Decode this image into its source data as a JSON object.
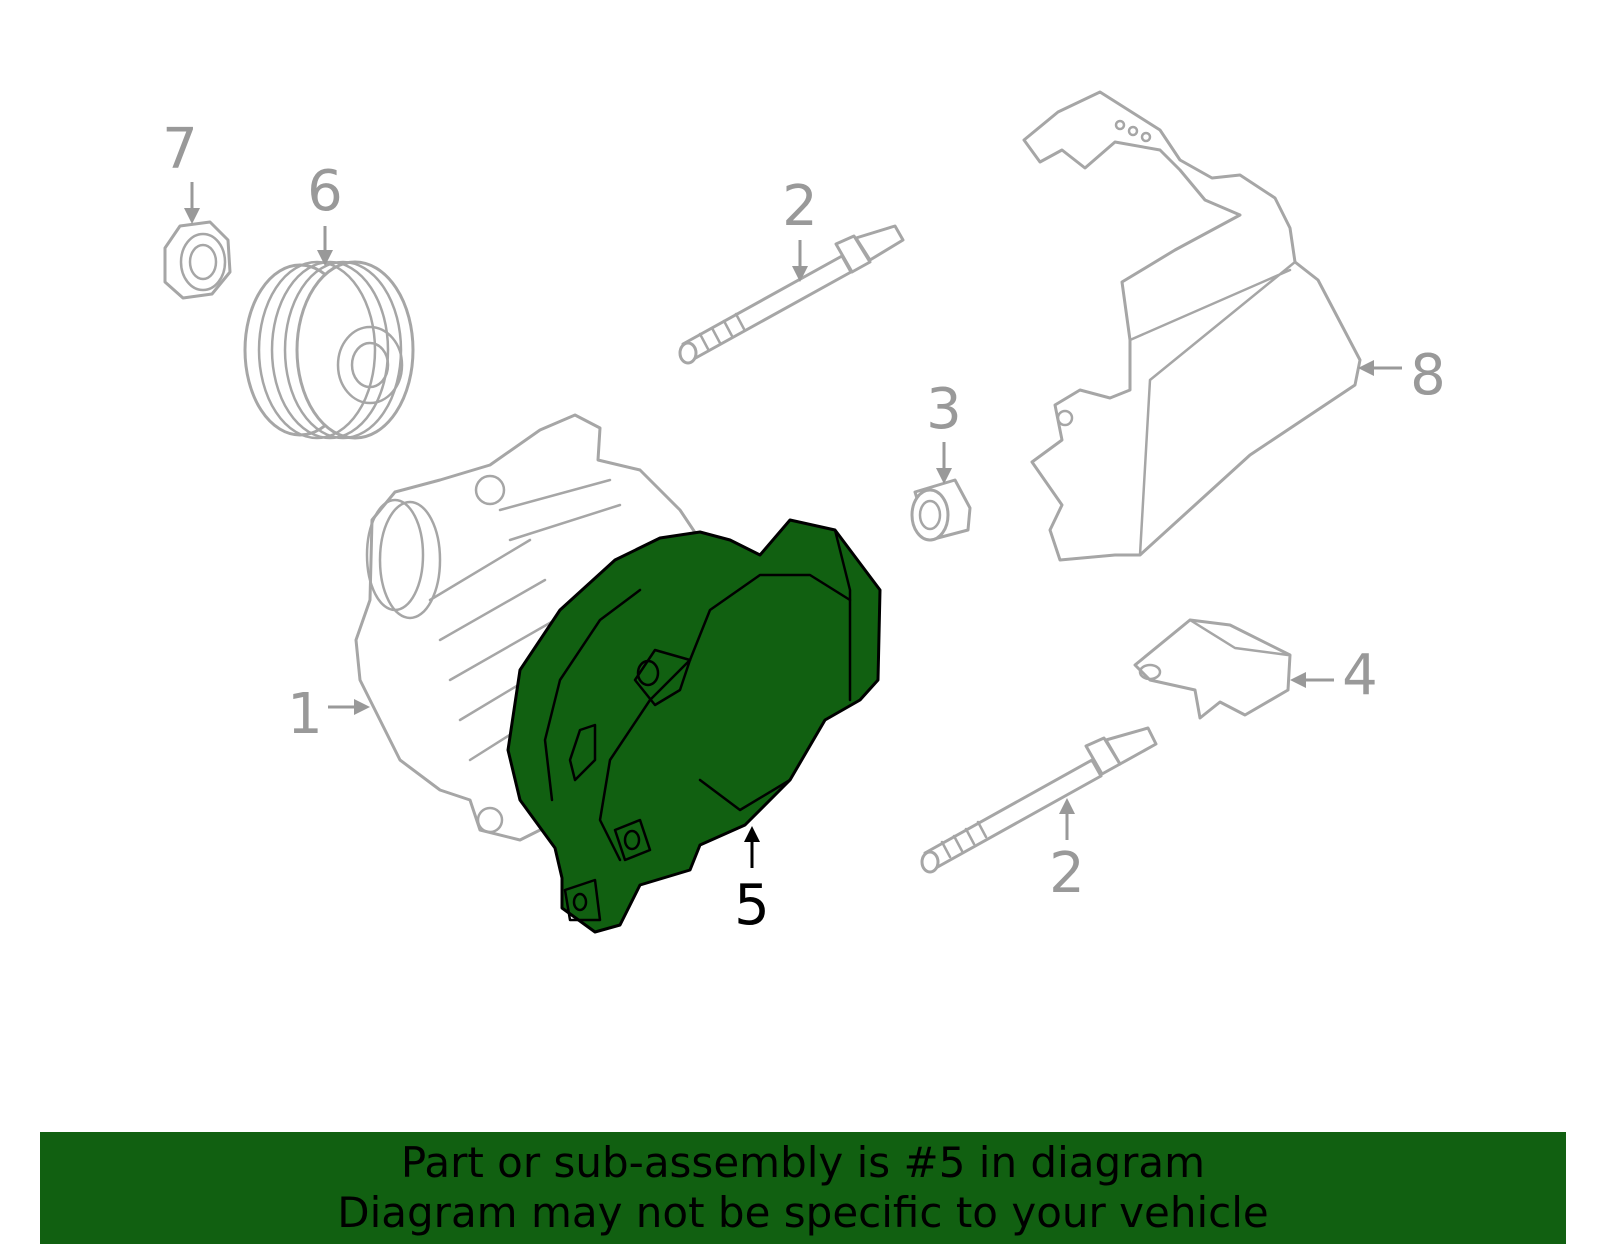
{
  "colors": {
    "highlight": "#116011",
    "outline": "#a6a6a6",
    "label": "#999999",
    "banner": "#116011"
  },
  "callouts": [
    {
      "id": "7",
      "label": "7"
    },
    {
      "id": "6",
      "label": "6"
    },
    {
      "id": "2a",
      "label": "2"
    },
    {
      "id": "3",
      "label": "3"
    },
    {
      "id": "8",
      "label": "8"
    },
    {
      "id": "1",
      "label": "1"
    },
    {
      "id": "4",
      "label": "4"
    },
    {
      "id": "5",
      "label": "5",
      "highlighted": true
    },
    {
      "id": "2b",
      "label": "2"
    }
  ],
  "banner": {
    "line1": "Part or sub-assembly is #5 in diagram",
    "line2": "Diagram may not be specific to your vehicle"
  }
}
